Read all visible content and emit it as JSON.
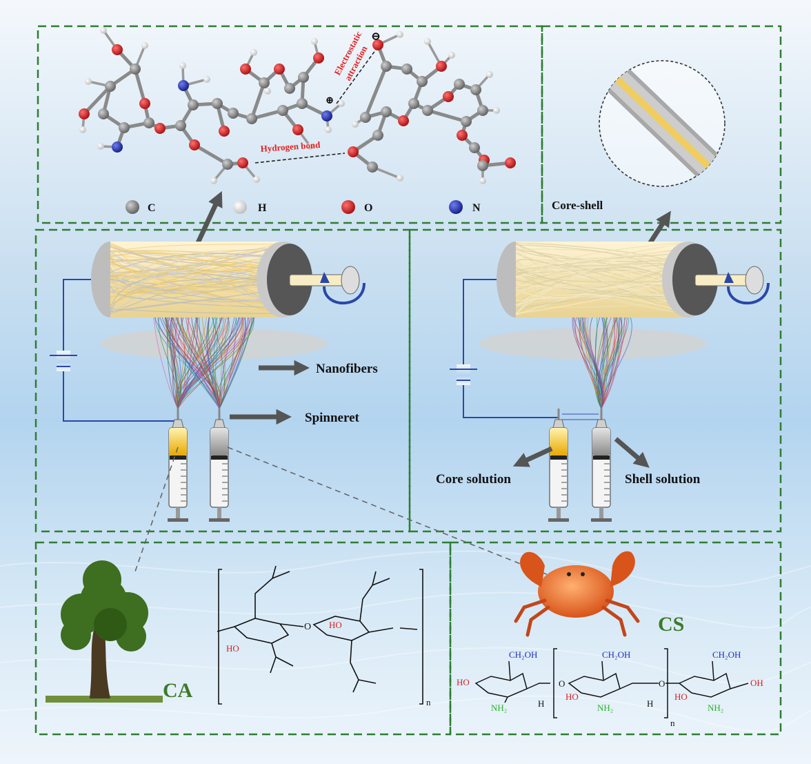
{
  "legend": {
    "c": "C",
    "h": "H",
    "o": "O",
    "n": "N",
    "colors": {
      "c": "#7a7a7a",
      "h": "#e6e6e6",
      "o": "#d61f1f",
      "n": "#1f2fb8"
    }
  },
  "interactions": {
    "electrostatic_line1": "Electrostatic",
    "electrostatic_line2": "attraction",
    "hydrogen_bond": "Hydrogen bond",
    "minus_sign": "⊖",
    "plus_sign": "⊕"
  },
  "core_shell_label": "Core-shell",
  "labels": {
    "nanofibers": "Nanofibers",
    "spinneret": "Spinneret",
    "core_solution": "Core solution",
    "shell_solution": "Shell solution",
    "ca": "CA",
    "cs": "CS"
  },
  "ca_structure": {
    "ho_left": "HO",
    "ho_mid": "HO",
    "bridge_o": "O",
    "subscript_n": "n"
  },
  "cs_structure": {
    "ch2oh_1": "CH₂OH",
    "ch2oh_2": "CH₂OH",
    "ch2oh_3": "CH₂OH",
    "ho_1": "HO",
    "ho_2": "HO",
    "ho_3": "HO",
    "oh_end": "OH",
    "nh2_1": "NH₂",
    "nh2_2": "NH₂",
    "nh2_3": "NH₂",
    "h_1": "H",
    "h_2": "H",
    "o_bridge_1": "O",
    "o_bridge_2": "O",
    "subscript_n": "n"
  },
  "colors": {
    "frame": "#2e7d32",
    "ca_label": "#3d7a2a",
    "cs_label": "#3d7a2a",
    "wire": "#2a47a8",
    "fiber": "#f3d58a",
    "core": "#f0cd5e",
    "arrow": "#555555"
  }
}
